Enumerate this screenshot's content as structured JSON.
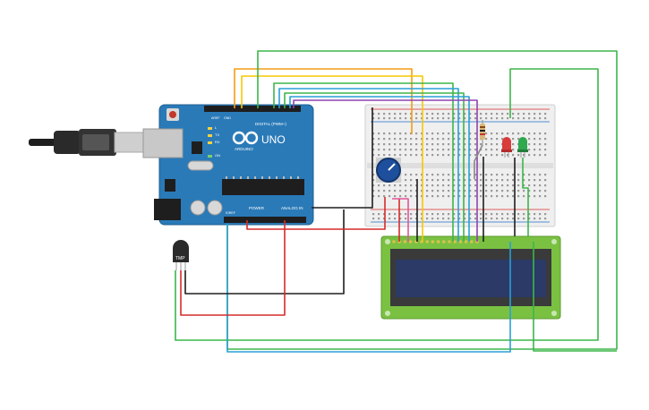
{
  "arduino": {
    "brand": "UNO",
    "sub_brand": "ARDUINO",
    "digital_label": "DIGITAL (PWM~)",
    "power_label": "POWER",
    "analog_label": "ANALOG IN",
    "tx_label": "TX",
    "rx_label": "RX",
    "on_label": "ON",
    "l_label": "L",
    "gnd_label": "GND",
    "aref_label": "AREF",
    "ioref_label": "IOREF"
  },
  "sensor": {
    "label": "TMP"
  },
  "colors": {
    "wire_orange": "#f39c12",
    "wire_yellow": "#f5c800",
    "wire_green": "#3db54a",
    "wire_blue": "#2a9fd6",
    "wire_purple": "#8e44ad",
    "wire_red": "#d62b2b",
    "wire_black": "#1e1e1e",
    "arduino_board": "#2a7ab8",
    "breadboard": "#efefef",
    "lcd_bezel": "#7ac142",
    "lcd_screen": "#2b3a66",
    "led_red": "#d93b3b",
    "led_green": "#2fa84f"
  }
}
